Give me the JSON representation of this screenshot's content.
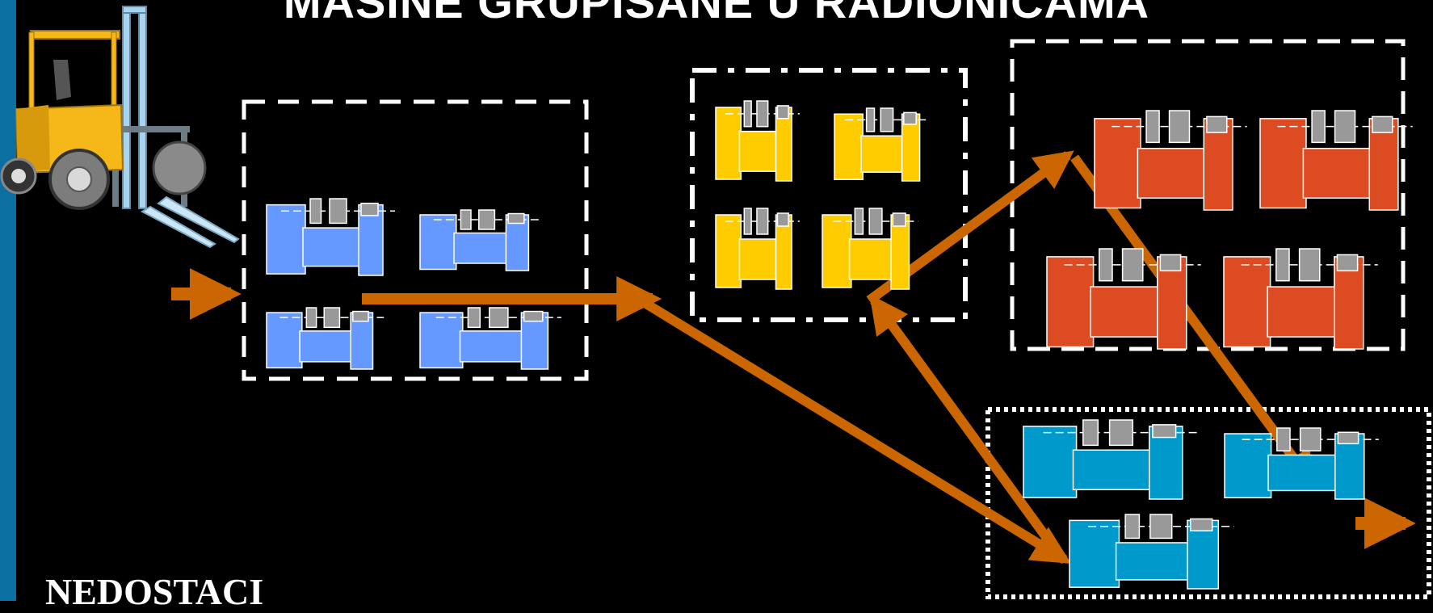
{
  "slide": {
    "title": "MAŠINE GRUPISANE U RADIONICAMA",
    "footer_heading": "NEDOSTACI"
  },
  "colors": {
    "background": "#000000",
    "accent_bar": "#0b6fa1",
    "flow_arrow": "#cc6600",
    "group_blue": "#6699ff",
    "group_yellow": "#ffcc00",
    "group_red": "#dd4b22",
    "group_cyan": "#0099cc",
    "spindle_gray": "#999999",
    "frame_white": "#ffffff"
  },
  "icons": {
    "forklift": "forklift-icon",
    "machine": "lathe-machine-icon",
    "arrow": "arrow-right-icon"
  },
  "workshops": [
    {
      "name": "workshop-blue",
      "color_key": "group_blue",
      "machine_count": 4,
      "border": "dashed"
    },
    {
      "name": "workshop-yellow",
      "color_key": "group_yellow",
      "machine_count": 4,
      "border": "dash-dot"
    },
    {
      "name": "workshop-red",
      "color_key": "group_red",
      "machine_count": 4,
      "border": "dashed"
    },
    {
      "name": "workshop-cyan",
      "color_key": "group_cyan",
      "machine_count": 3,
      "border": "dotted"
    }
  ]
}
